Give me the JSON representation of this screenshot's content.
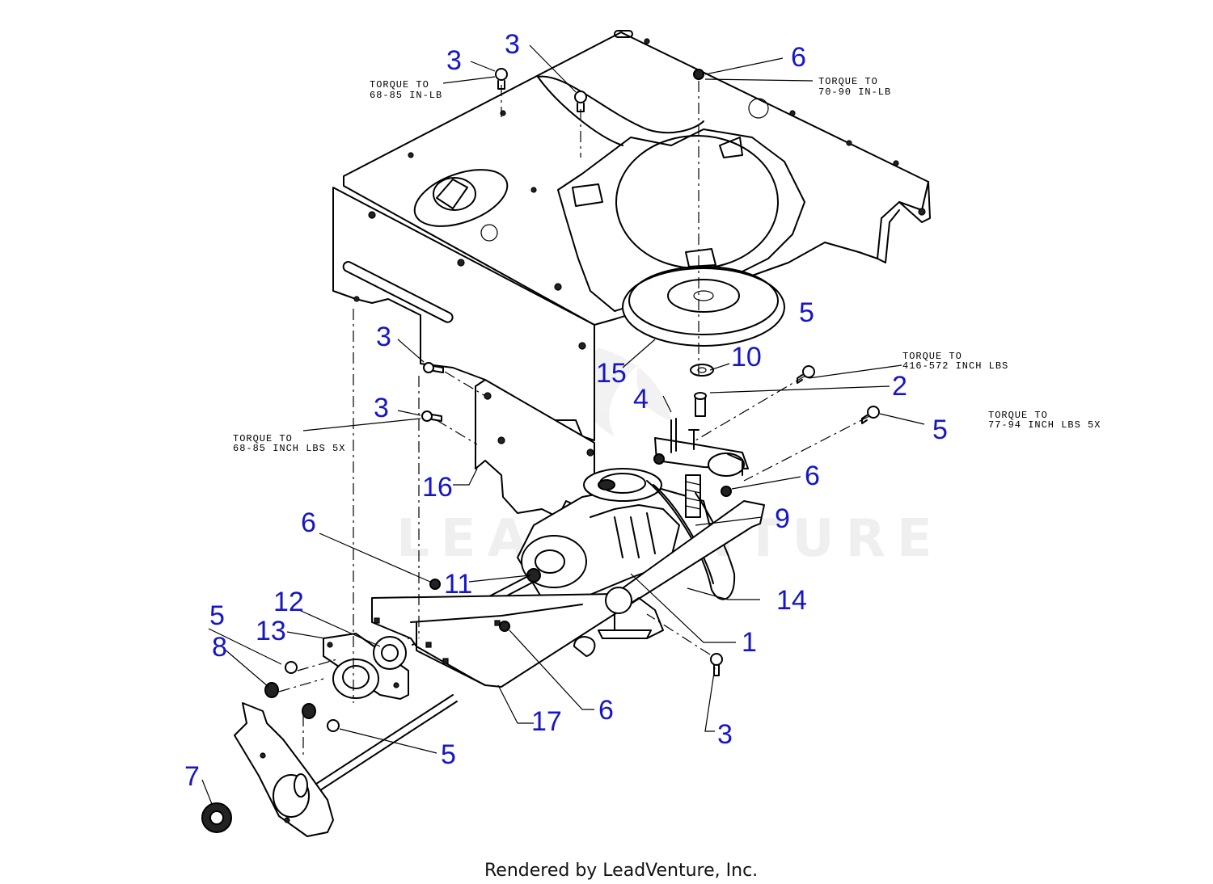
{
  "callouts": {
    "c3a": "3",
    "c3b": "3",
    "c6a": "6",
    "c3c": "3",
    "c3d": "3",
    "c5a": "5",
    "c10": "10",
    "c2": "2",
    "c15": "15",
    "c4": "4",
    "c5b": "5",
    "c6b": "6",
    "c16": "16",
    "c9": "9",
    "c6c": "6",
    "c11": "11",
    "c14": "14",
    "c12": "12",
    "c1": "1",
    "c5c": "5",
    "c13": "13",
    "c8": "8",
    "c6d": "6",
    "c17": "17",
    "c3e": "3",
    "c5d": "5",
    "c7": "7"
  },
  "notes": {
    "n1a": "TORQUE TO",
    "n1b": "68-85 IN-LB",
    "n2a": "TORQUE TO",
    "n2b": "70-90 IN-LB",
    "n3a": "TORQUE TO",
    "n3b": "416-572 INCH LBS",
    "n4a": "TORQUE TO",
    "n4b": "77-94 INCH LBS 5X",
    "n5a": "TORQUE TO",
    "n5b": "68-85 INCH LBS 5X"
  },
  "watermark": "LEADVENTURE",
  "footer": "Rendered by LeadVenture, Inc.",
  "colors": {
    "callout": "#1616c8",
    "line": "#000000",
    "background": "#ffffff"
  }
}
